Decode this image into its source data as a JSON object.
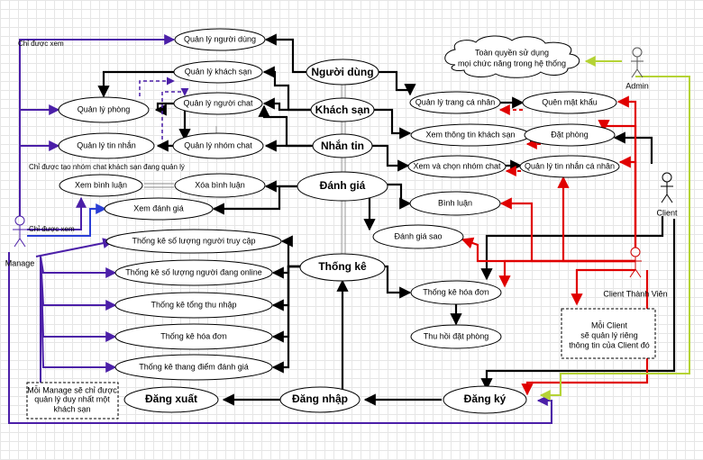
{
  "nodes": {
    "nguoi_dung": "Người dùng",
    "khach_san": "Khách sạn",
    "nhan_tin": "Nhắn tin",
    "danh_gia": "Đánh giá",
    "thong_ke": "Thống kê",
    "dang_nhap": "Đăng nhập",
    "dang_xuat": "Đăng xuất",
    "dang_ky": "Đăng ký",
    "ql_nguoi_dung": "Quản lý người dùng",
    "ql_khach_san": "Quản lý khách sạn",
    "ql_phong": "Quản lý phòng",
    "ql_nguoi_chat": "Quản lý người chat",
    "ql_tin_nhan": "Quản lý tin nhắn",
    "ql_nhom_chat": "Quản lý nhóm chat",
    "xem_binh_luan": "Xem bình luận",
    "xoa_binh_luan": "Xóa bình luận",
    "xem_danh_gia": "Xem đánh giá",
    "tk_truy_cap": "Thống kê số lượng người truy cập",
    "tk_online": "Thống kê số lượng người đang online",
    "tk_thu_nhap": "Thống kê tổng thu nhập",
    "tk_hoa_don": "Thống kê hóa đơn",
    "tk_thang_diem": "Thống kê thang điểm đánh giá",
    "ql_trang_ca_nhan": "Quản lý trang cá nhân",
    "quen_mat_khau": "Quên mật khẩu",
    "xem_tt_ks": "Xem thông tin khách sạn",
    "dat_phong": "Đặt phòng",
    "xem_chon_nhom": "Xem và chọn nhóm chat",
    "ql_tn_ca_nhan": "Quản lý tin nhắn cá nhân",
    "binh_luan": "Bình luận",
    "danh_gia_sao": "Đánh giá sao",
    "tk_hoa_don_client": "Thống kê hóa đơn",
    "thu_hoi": "Thu hồi đặt phòng",
    "cloud_line1": "Toàn quyền sử dụng",
    "cloud_line2": "mọi chức năng trong hệ thống"
  },
  "actors": {
    "admin": "Admin",
    "client": "Client",
    "client_tv": "Client Thành Viên",
    "manage": "Manage"
  },
  "labels": {
    "chi_duoc_xem_top": "Chỉ được xem",
    "chi_duoc_tao": "Chỉ được tạo nhóm chat khách sạn đang quản lý",
    "chi_duoc_xem_2": "Chỉ được xem"
  },
  "notes": {
    "manage_note_1": "Mỗi Manage sẽ chỉ được",
    "manage_note_2": "quản lý duy nhất một",
    "manage_note_3": "khách sạn",
    "client_note_1": "Mỗi Client",
    "client_note_2": "sẽ quản lý riêng",
    "client_note_3": "thông tin của Client đó"
  },
  "colors": {
    "black": "#000000",
    "red": "#e00000",
    "purple": "#4b1fa8",
    "blue": "#2a3fd6",
    "lime": "#b5d335"
  }
}
